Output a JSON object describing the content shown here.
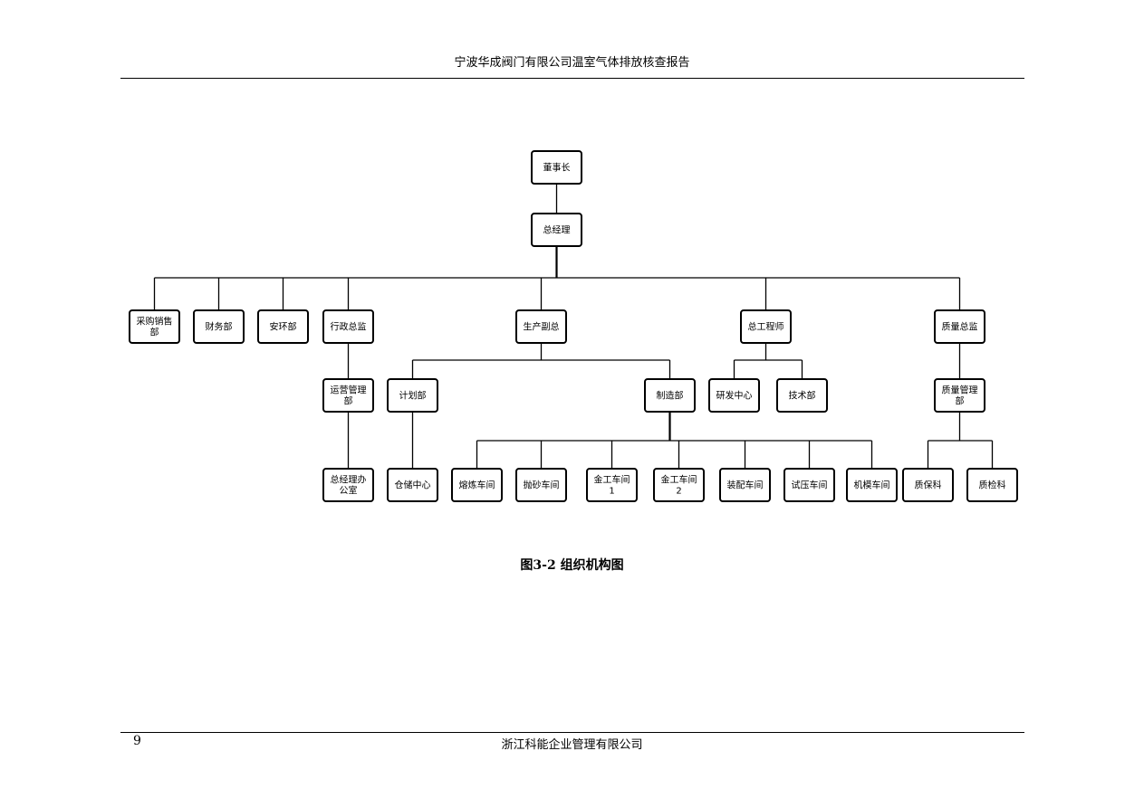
{
  "header": {
    "title": "宁波华成阀门有限公司温室气体排放核查报告"
  },
  "footer": {
    "page_number": "9",
    "company": "浙江科能企业管理有限公司"
  },
  "figure": {
    "caption": "图3-2 组织机构图"
  },
  "org_chart": {
    "nodes": [
      {
        "id": "chairman",
        "label": [
          "董事长"
        ]
      },
      {
        "id": "general-manager",
        "label": [
          "总经理"
        ]
      },
      {
        "id": "purchasing-sales",
        "label": [
          "采购销售",
          "部"
        ]
      },
      {
        "id": "finance",
        "label": [
          "财务部"
        ]
      },
      {
        "id": "safety-environment",
        "label": [
          "安环部"
        ]
      },
      {
        "id": "admin-director",
        "label": [
          "行政总监"
        ]
      },
      {
        "id": "vp-production",
        "label": [
          "生产副总"
        ]
      },
      {
        "id": "chief-engineer",
        "label": [
          "总工程师"
        ]
      },
      {
        "id": "quality-director",
        "label": [
          "质量总监"
        ]
      },
      {
        "id": "operations-mgmt",
        "label": [
          "运营管理",
          "部"
        ]
      },
      {
        "id": "planning",
        "label": [
          "计划部"
        ]
      },
      {
        "id": "manufacturing",
        "label": [
          "制造部"
        ]
      },
      {
        "id": "rnd-center",
        "label": [
          "研发中心"
        ]
      },
      {
        "id": "technology",
        "label": [
          "技术部"
        ]
      },
      {
        "id": "quality-mgmt",
        "label": [
          "质量管理",
          "部"
        ]
      },
      {
        "id": "gm-office",
        "label": [
          "总经理办",
          "公室"
        ]
      },
      {
        "id": "warehouse",
        "label": [
          "仓储中心"
        ]
      },
      {
        "id": "smelting",
        "label": [
          "熔炼车间"
        ]
      },
      {
        "id": "sand-blasting",
        "label": [
          "抛砂车间"
        ]
      },
      {
        "id": "metalwork-1",
        "label": [
          "金工车间",
          "1"
        ]
      },
      {
        "id": "metalwork-2",
        "label": [
          "金工车间",
          "2"
        ]
      },
      {
        "id": "assembly",
        "label": [
          "装配车间"
        ]
      },
      {
        "id": "pressure-test",
        "label": [
          "试压车间"
        ]
      },
      {
        "id": "mold",
        "label": [
          "机模车间"
        ]
      },
      {
        "id": "quality-assurance",
        "label": [
          "质保科"
        ]
      },
      {
        "id": "quality-inspection",
        "label": [
          "质检科"
        ]
      }
    ]
  }
}
